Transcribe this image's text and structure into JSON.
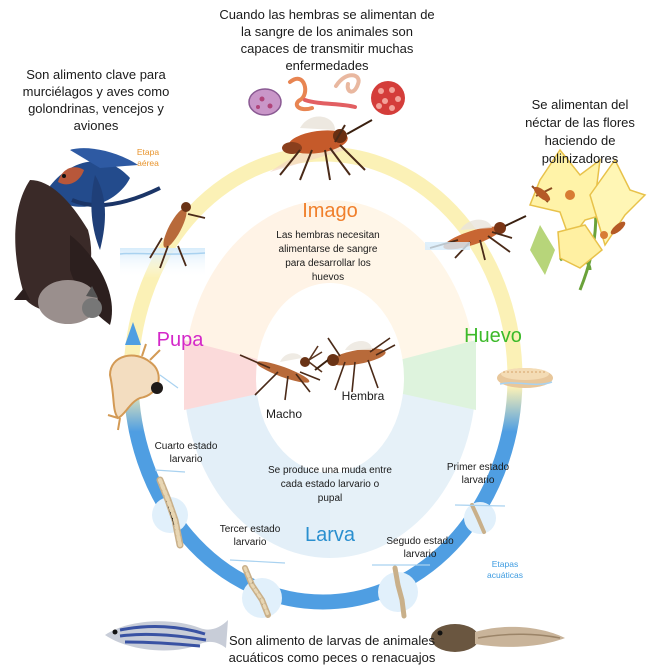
{
  "annotations": {
    "top": "Cuando las hembras se alimentan de la sangre de los animales son capaces de transmitir muchas enfermedades",
    "top_left": "Son alimento clave para murciélagos y aves como golondrinas, vencejos y aviones",
    "top_right": "Se alimentan del néctar de las flores haciendo de polinizadores",
    "bottom": "Son alimento de larvas de animales acuáticos como peces o renacuajos"
  },
  "stages": {
    "imago": "Imago",
    "huevo": "Huevo",
    "larva": "Larva",
    "pupa": "Pupa"
  },
  "center": {
    "females_note": "Las hembras necesitan alimentarse de sangre para desarrollar los huevos",
    "molt_note": "Se produce una muda entre cada estado larvario o pupal",
    "male": "Macho",
    "female": "Hembra"
  },
  "larval_stages": {
    "first": "Primer estado larvario",
    "second": "Segudo estado larvario",
    "third": "Tercer estado larvario",
    "fourth": "Cuarto estado larvario"
  },
  "phases": {
    "aerial": "Etapa aérea",
    "aquatic": "Etapas acuáticas"
  },
  "colors": {
    "imago": "#f07f2b",
    "huevo": "#3dba2a",
    "larva": "#2a8fcf",
    "pupa": "#d428c9",
    "ring_aerial": "#fbf1b6",
    "ring_aquatic": "#4f9ee2",
    "phase_aerial_text": "#e8952e",
    "phase_aquatic_text": "#3d9be0"
  }
}
